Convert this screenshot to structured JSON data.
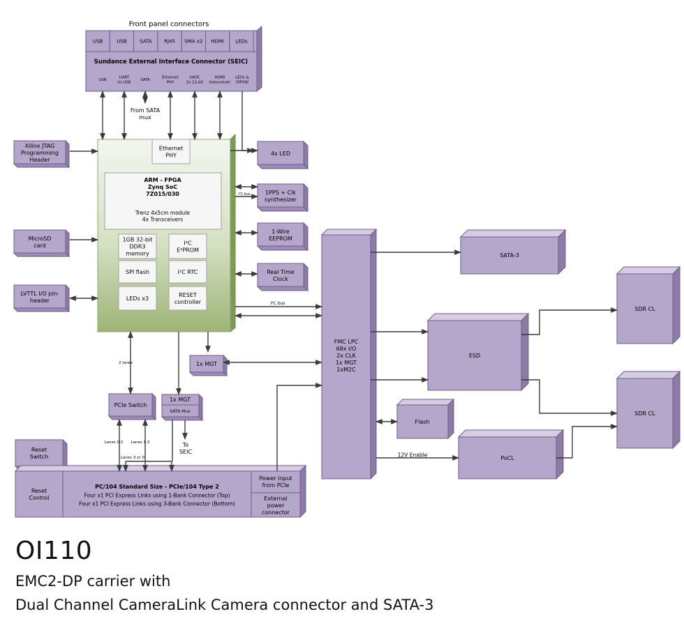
{
  "colors": {
    "box_face": "#b5a6cc",
    "box_top": "#d6cde3",
    "box_side": "#8d7aa6",
    "box_stroke": "#6e5d88",
    "soc_top": "#f2f6ec",
    "soc_bottom": "#9fb77a",
    "white_box": "#f6f6f6"
  },
  "front_panel": {
    "title": "Front panel connectors",
    "connectors": [
      "USB",
      "USB",
      "SATA",
      "RJ45",
      "SMA x2",
      "HDMI",
      "LEDs"
    ],
    "seic_title": "Sundance External Interface Connector (SEIC)",
    "seic_signals": [
      {
        "lines": [
          "USB"
        ]
      },
      {
        "lines": [
          "UART",
          "to USB"
        ]
      },
      {
        "lines": [
          "SATA"
        ]
      },
      {
        "lines": [
          "Ethernet",
          "PHY"
        ]
      },
      {
        "lines": [
          "XADC",
          "2x 12-bit"
        ]
      },
      {
        "lines": [
          "HDMI",
          "transceiver"
        ]
      },
      {
        "lines": [
          "LEDs &",
          "DIPSW"
        ]
      }
    ]
  },
  "from_sata_mux": [
    "From SATA",
    "mux"
  ],
  "left_blocks": [
    {
      "id": "jtag",
      "lines": [
        "Xilinx JTAG",
        "Programming",
        "Header"
      ]
    },
    {
      "id": "microsd",
      "lines": [
        "MicroSD",
        "card"
      ]
    },
    {
      "id": "lvttl",
      "lines": [
        "LVTTL I/O pin-",
        "header"
      ]
    }
  ],
  "soc_module": {
    "ethernet_phy": [
      "Ethernet",
      "PHY"
    ],
    "arm_fpga": [
      "ARM - FPGA",
      "Zynq SoC",
      "7Z015/030"
    ],
    "arm_fpga_sub": [
      "Trenz 4x5cm module",
      "4x Transceivers"
    ],
    "ddr3": [
      "1GB 32-bit",
      "DDR3",
      "memory"
    ],
    "eeprom": [
      "I²C",
      "E²PROM"
    ],
    "spi_flash": "SPI flash",
    "rtc": "I²C RTC",
    "leds": "LEDs x3",
    "reset_ctrl": [
      "RESET",
      "controller"
    ]
  },
  "right_blocks": [
    {
      "id": "led4",
      "lines": [
        "4x LED"
      ]
    },
    {
      "id": "pps",
      "lines": [
        "1PPS + Clk",
        "synthesizer"
      ]
    },
    {
      "id": "onewire",
      "lines": [
        "1-Wire",
        "EEPROM"
      ]
    },
    {
      "id": "rtclock",
      "lines": [
        "Real Time",
        "Clock"
      ]
    }
  ],
  "i2c_bus_label_small": "I²C bus",
  "i2c_bus_label": "I²C bus",
  "mgt_right": "1x MGT",
  "fmc": [
    "FMC LPC",
    "68x I/O",
    "2x CLK",
    "1x MGT",
    "1xM2C"
  ],
  "sata3": "SATA-3",
  "esd": "ESD",
  "sdr1": "SDR CL",
  "sdr2": "SDR CL",
  "flash": "Flash",
  "pocl": "PoCL",
  "enable_label": "12V Enable",
  "lanes2": "2 lanes",
  "pcie_switch": "PCIe Switch",
  "mgt_box": [
    "1x MGT",
    "SATA Mux"
  ],
  "to_seic": [
    "To",
    "SEIC"
  ],
  "lanes_02": "Lanes 0-2",
  "lanes_13": "Lanes 1-3",
  "lanes_3or0": "Lanes 3 or 0",
  "reset_switch": [
    "Reset",
    "Switch"
  ],
  "reset_control": [
    "Reset",
    "Control"
  ],
  "pc104": [
    "PC/104 Standard Size -  PCIe/104 Type 2",
    "Four x1 PCI Express Links using 1-Bank Connector (Top)",
    "Four x1 PCI Express Links using 3-Bank Connector (Bottom)"
  ],
  "power_input": [
    "Power input",
    "from PCIe"
  ],
  "ext_power": [
    "External",
    "power",
    "connector"
  ],
  "caption": {
    "title": "OI110",
    "line1": "EMC2-DP carrier with",
    "line2": "Dual Channel CameraLink Camera connector and SATA-3"
  }
}
